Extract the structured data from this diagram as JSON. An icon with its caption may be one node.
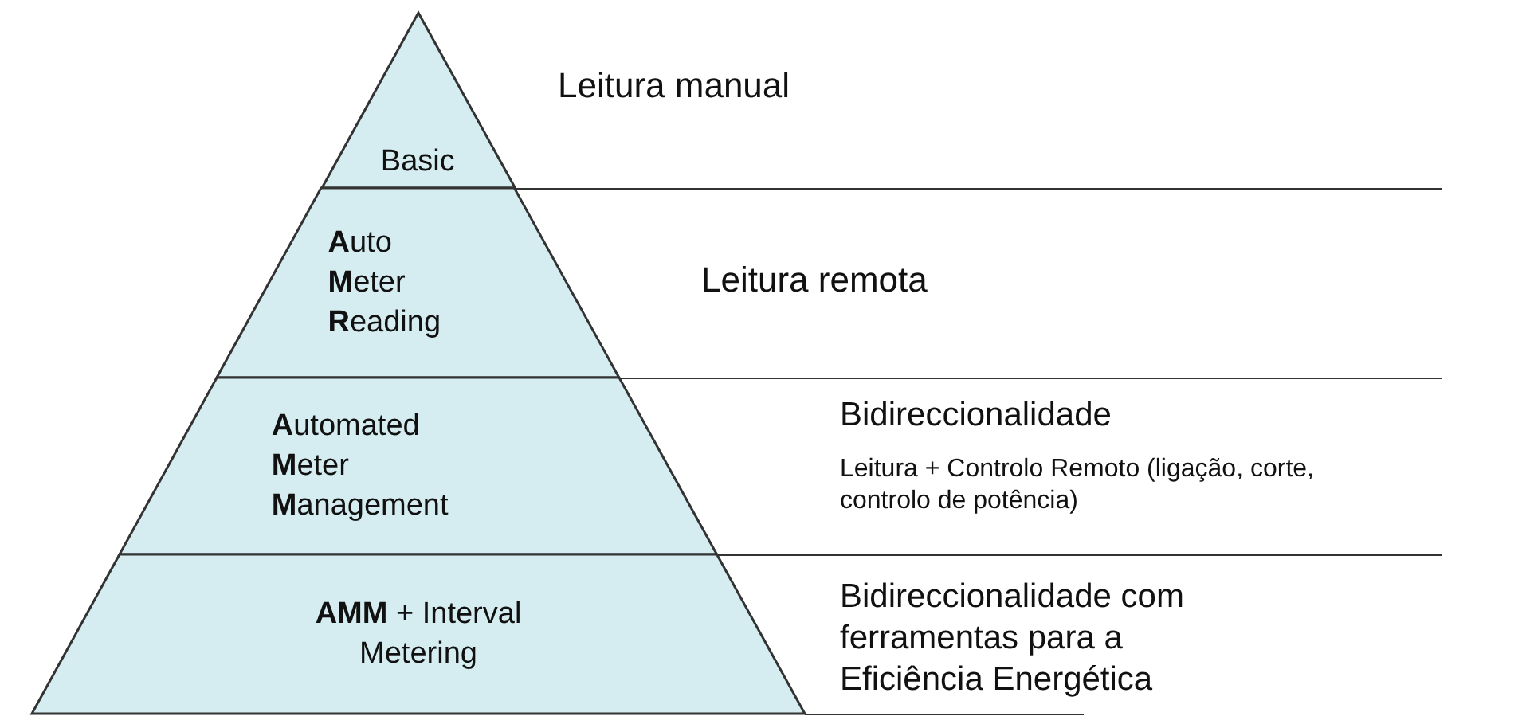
{
  "diagram": {
    "nodes": [
      {
        "text": [
          "Basic"
        ],
        "beside": [
          "Leitura manual"
        ]
      },
      {
        "text": [
          "**A**uto **M**eter **R**eading"
        ],
        "beside": [
          "Leitura remota"
        ]
      },
      {
        "text": [
          "**A**utomated **M**eter **M**anagement"
        ],
        "beside": [
          "Bidireccionalidade",
          "Leitura + Controlo Remoto (ligação, corte, controlo de potência)"
        ]
      },
      {
        "text": [
          "**AMM** + Interval Metering"
        ],
        "beside": [
          "Bidireccionalidade com ferramentas para a Eficiência Energética"
        ]
      }
    ]
  }
}
